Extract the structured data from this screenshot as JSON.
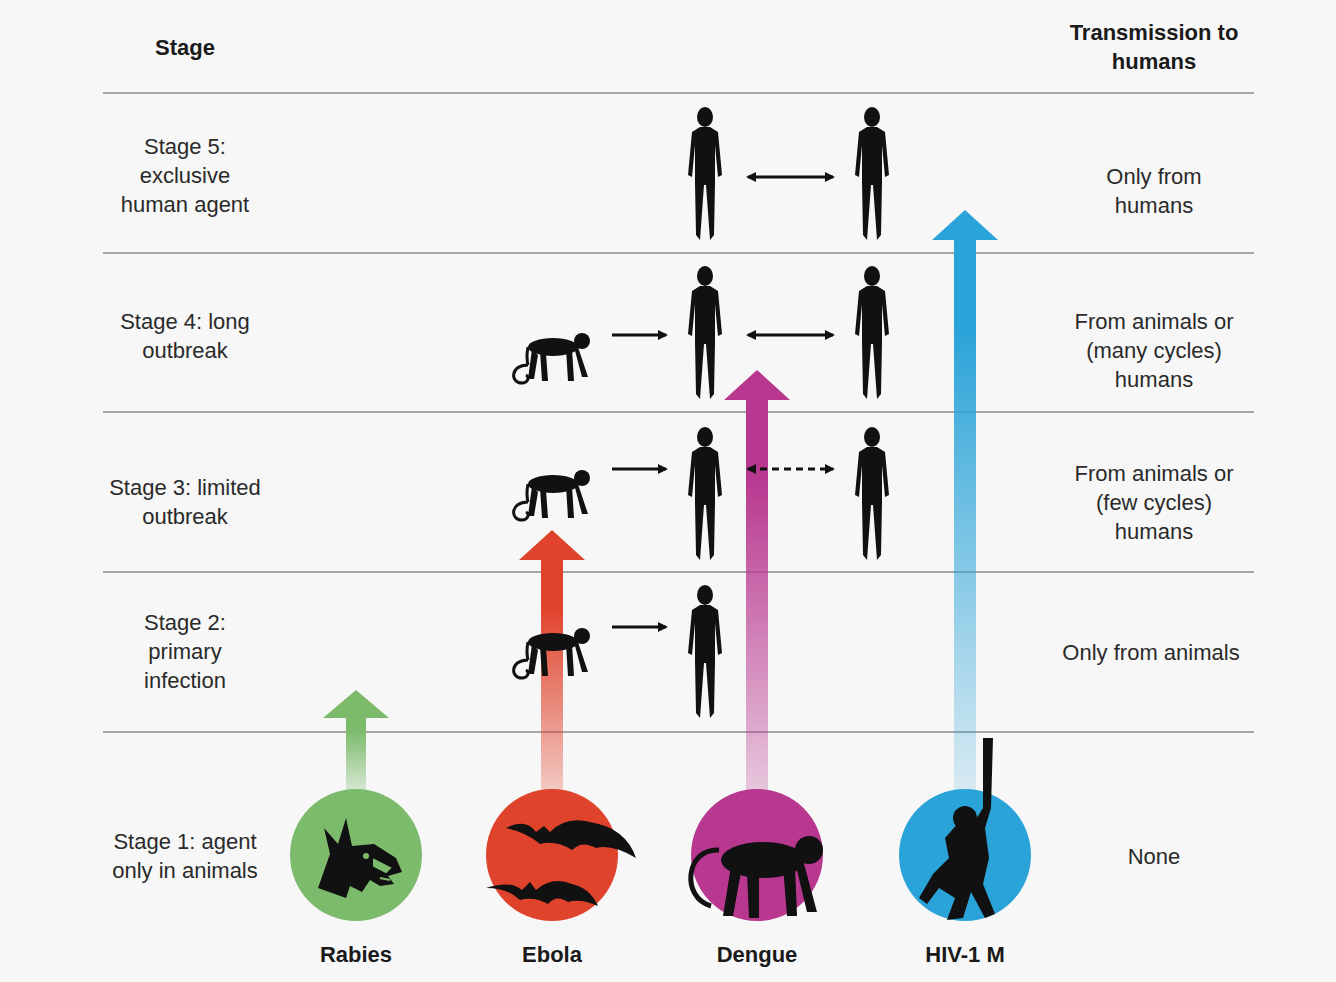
{
  "diagram": {
    "nodes": [
      {
        "text": [
          "Rabies"
        ]
      },
      {
        "text": [
          "Ebola"
        ]
      },
      {
        "text": [
          "Dengue"
        ]
      },
      {
        "text": [
          "HIV-1 M"
        ]
      }
    ],
    "labels": [
      "Stage",
      "Transmission to humans",
      "Stage 5: exclusive human agent",
      "Only from humans",
      "Stage 4: long outbreak",
      "From animals or (many cycles) humans",
      "Stage 3: limited outbreak",
      "From animals or (few cycles) humans",
      "Stage 2: primary infection",
      "Only from animals",
      "Stage 1: agent only in animals",
      "None"
    ]
  }
}
